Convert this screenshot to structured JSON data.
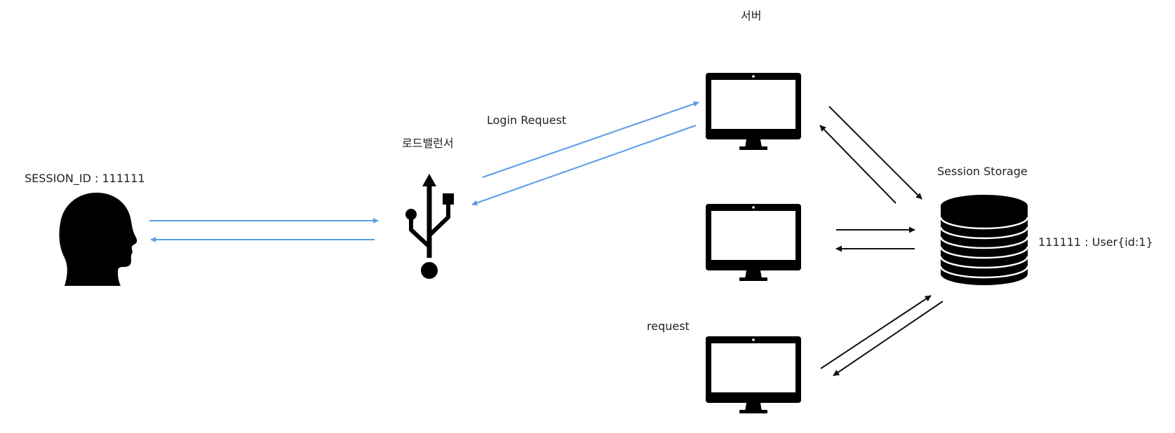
{
  "diagram": {
    "labels": {
      "server": "서버",
      "login_request": "Login Request",
      "load_balancer": "로드밸런서",
      "session_id": "SESSION_ID : 111111",
      "session_storage": "Session Storage",
      "storage_entry": "111111 : User{id:1}",
      "request": "request"
    },
    "nodes": {
      "client": "head-icon",
      "load_balancer": "usb-icon",
      "servers": [
        "monitor-icon",
        "monitor-icon",
        "monitor-icon"
      ],
      "storage": "database-icon"
    },
    "colors": {
      "client_flow": "#5b9be6",
      "server_flow": "#111111",
      "icon": "#000000"
    }
  }
}
